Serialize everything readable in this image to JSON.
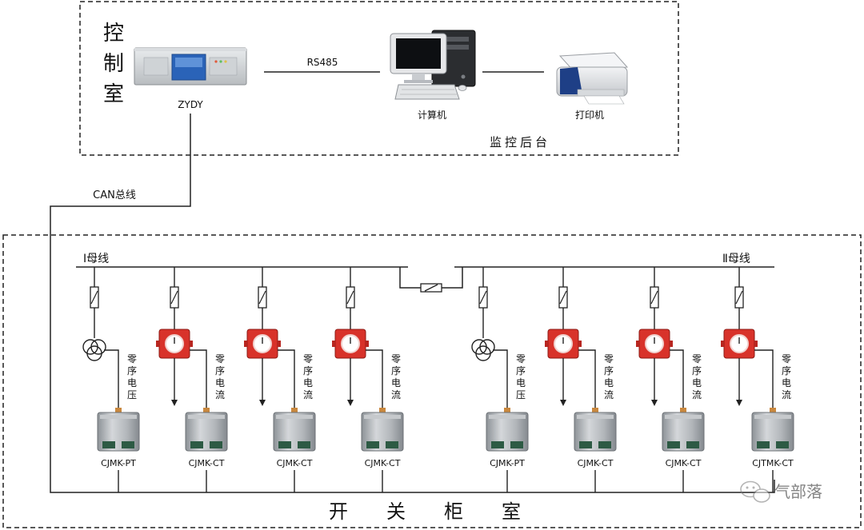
{
  "control_room": {
    "title": "控制室",
    "device_label": "ZYDY",
    "link_label": "RS485",
    "computer_label": "计算机",
    "printer_label": "打印机",
    "backend_label": "监控后台"
  },
  "bus": {
    "can_label": "CAN总线",
    "bus1_label": "Ⅰ母线",
    "bus2_label": "Ⅱ母线"
  },
  "switchgear_room": {
    "title": "开关柜室"
  },
  "feeders": [
    {
      "type": "pt",
      "signal": "零序电压",
      "device": "CJMK-PT"
    },
    {
      "type": "ct",
      "signal": "零序电流",
      "device": "CJMK-CT"
    },
    {
      "type": "ct",
      "signal": "零序电流",
      "device": "CJMK-CT"
    },
    {
      "type": "ct",
      "signal": "零序电流",
      "device": "CJMK-CT"
    },
    {
      "type": "pt",
      "signal": "零序电压",
      "device": "CJMK-PT"
    },
    {
      "type": "ct",
      "signal": "零序电流",
      "device": "CJMK-CT"
    },
    {
      "type": "ct",
      "signal": "零序电流",
      "device": "CJMK-CT"
    },
    {
      "type": "ct",
      "signal": "零序电流",
      "device": "CJTMK-CT"
    }
  ],
  "watermark": {
    "text": "气部落",
    "icon": "wechat-icon"
  },
  "colors": {
    "line": "#222222",
    "ct_red": "#d8322a",
    "device_gray": "#a9adb1",
    "panel_blue": "#2a63b8"
  }
}
